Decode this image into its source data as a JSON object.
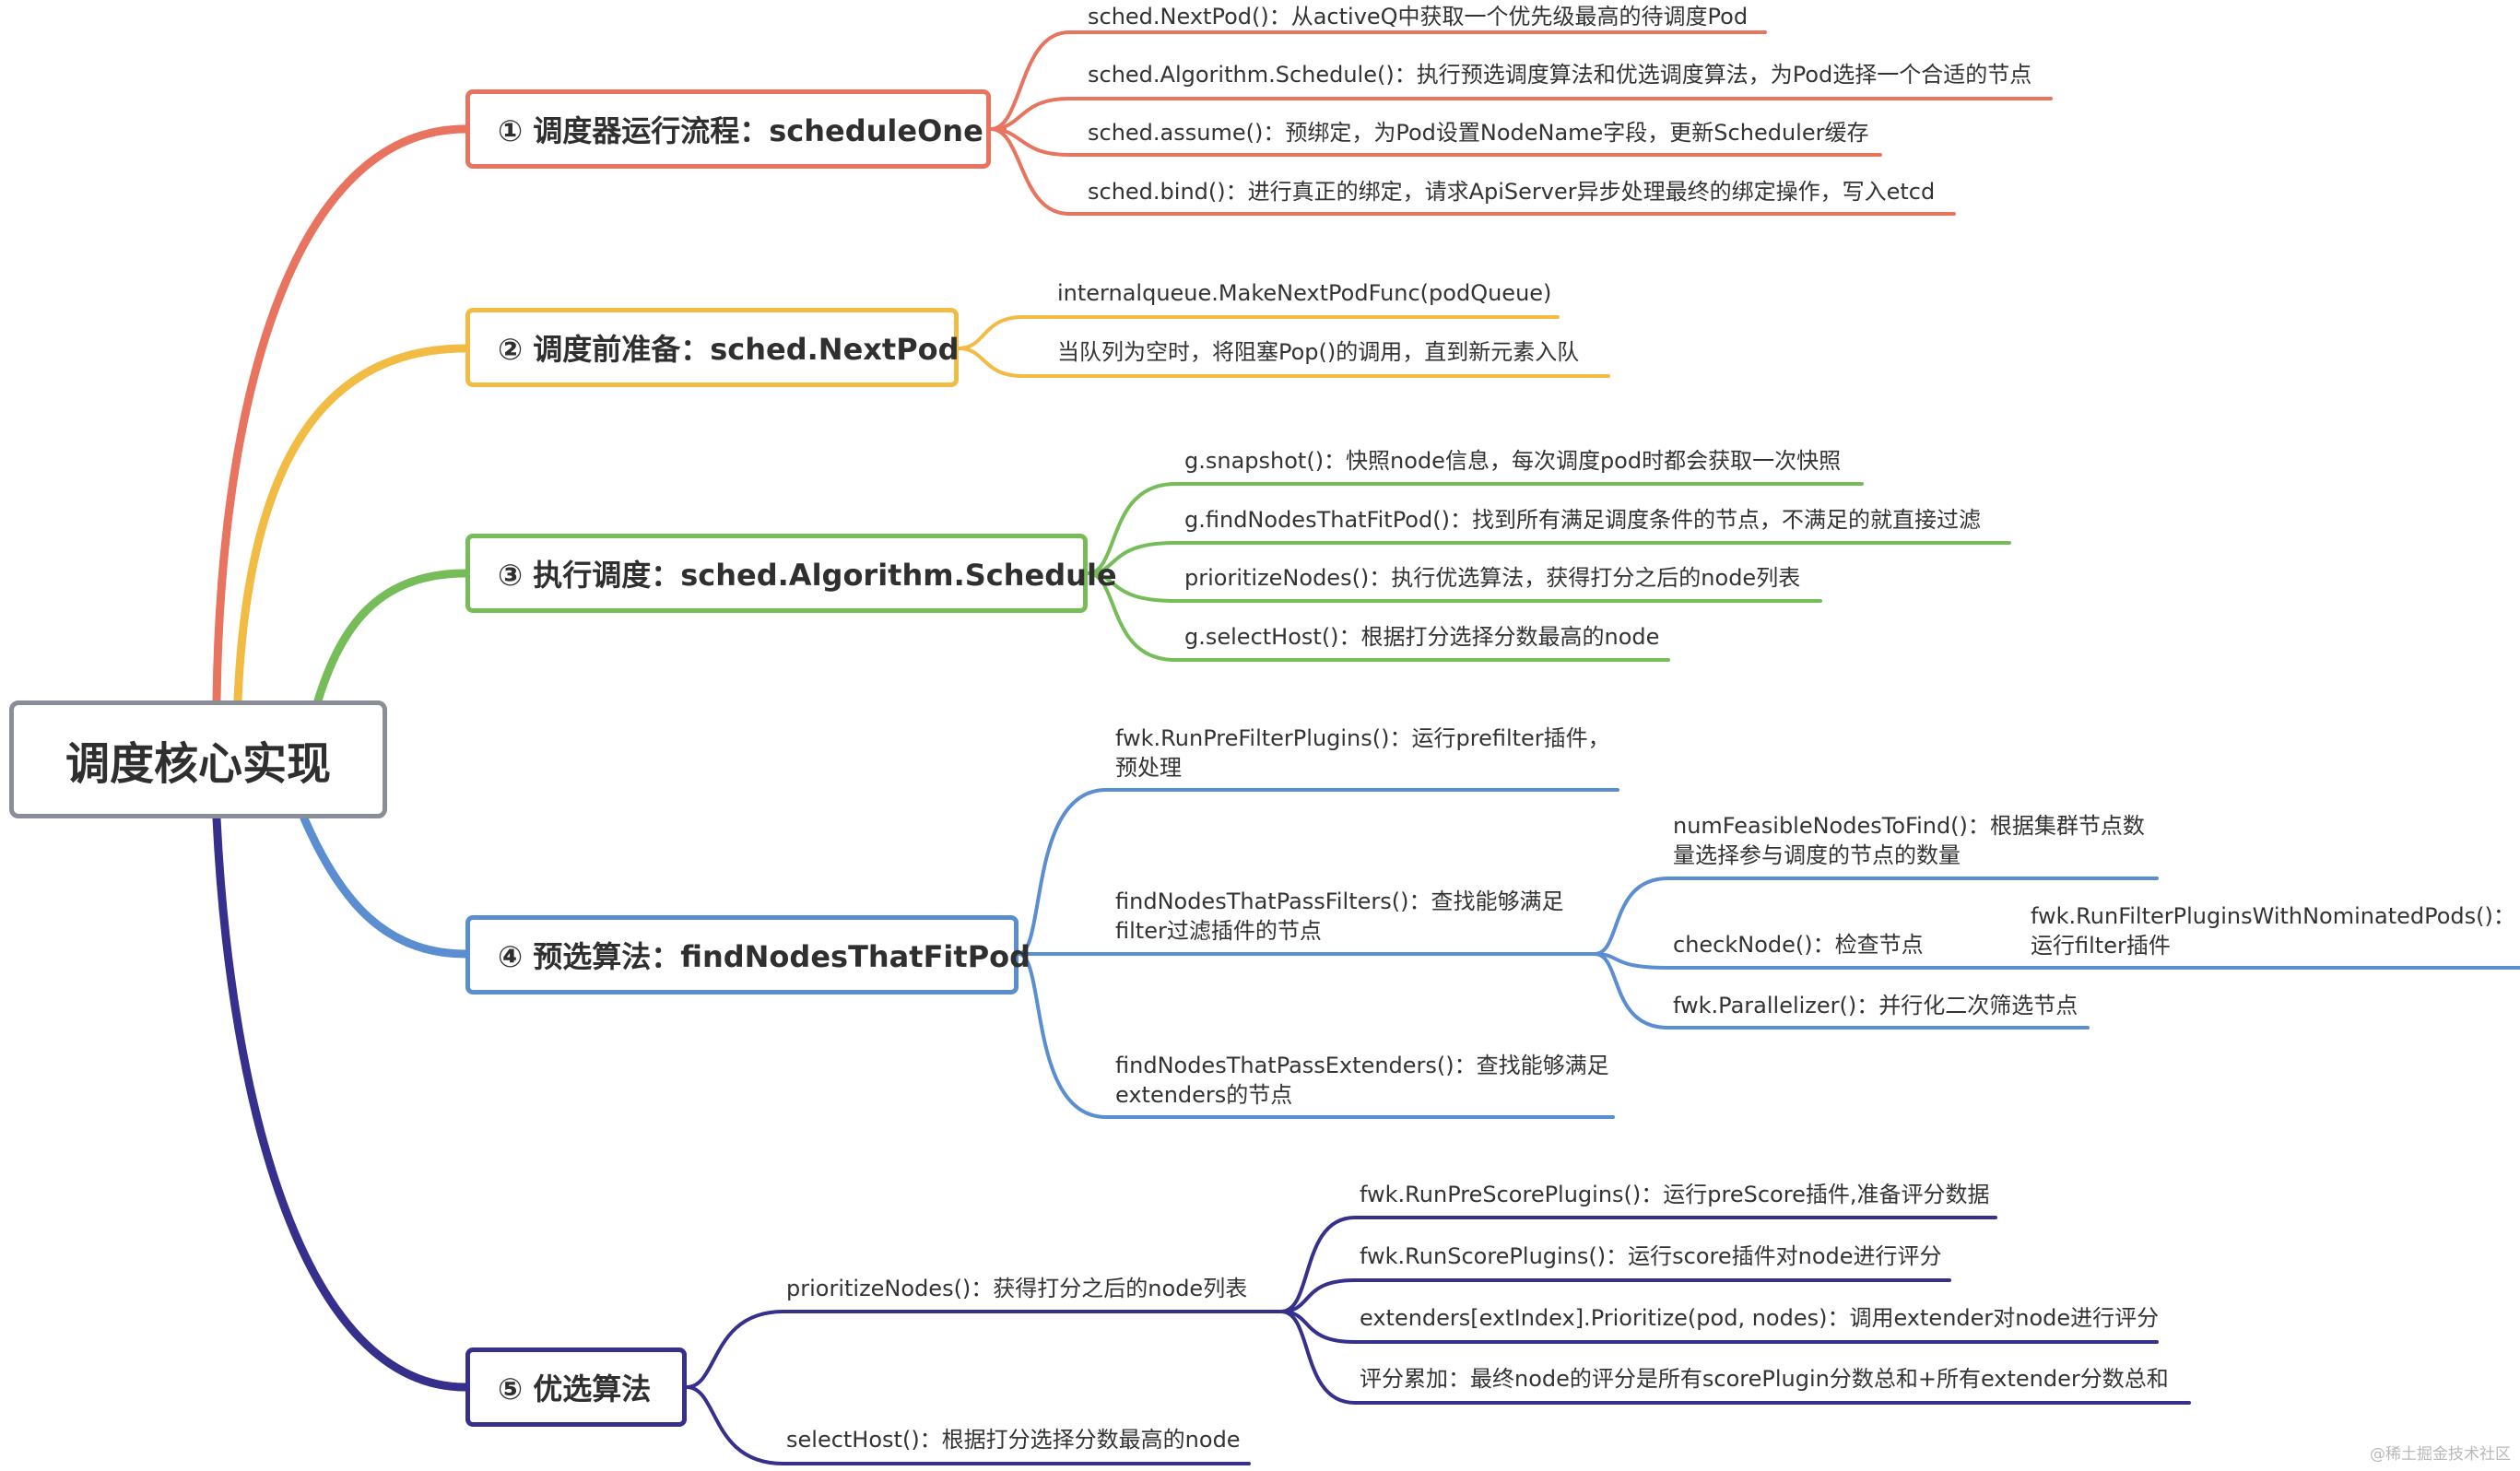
{
  "root": {
    "label": "调度核心实现"
  },
  "colors": {
    "b1": "#e8735f",
    "b2": "#f2bc44",
    "b3": "#76bd5a",
    "b4": "#5b8ed0",
    "b5": "#362f8c",
    "root_border": "#8a8e96"
  },
  "branches": [
    {
      "label": "① 调度器运行流程：scheduleOne",
      "children": [
        "sched.NextPod()：从activeQ中获取一个优先级最高的待调度Pod",
        "sched.Algorithm.Schedule()：执行预选调度算法和优选调度算法，为Pod选择一个合适的节点",
        "sched.assume()：预绑定，为Pod设置NodeName字段，更新Scheduler缓存",
        "sched.bind()：进行真正的绑定，请求ApiServer异步处理最终的绑定操作，写入etcd"
      ]
    },
    {
      "label": "② 调度前准备：sched.NextPod",
      "children": [
        "internalqueue.MakeNextPodFunc(podQueue)",
        "当队列为空时，将阻塞Pop()的调用，直到新元素入队"
      ]
    },
    {
      "label": "③ 执行调度：sched.Algorithm.Schedule",
      "children": [
        "g.snapshot()：快照node信息，每次调度pod时都会获取一次快照",
        "g.findNodesThatFitPod()：找到所有满足调度条件的节点，不满足的就直接过滤",
        "prioritizeNodes()：执行优选算法，获得打分之后的node列表",
        "g.selectHost()：根据打分选择分数最高的node"
      ]
    },
    {
      "label": "④ 预选算法：findNodesThatFitPod",
      "children": [
        {
          "line1": "fwk.RunPreFilterPlugins()：运行prefilter插件，",
          "line2": "预处理"
        },
        {
          "line1": "findNodesThatPassFilters()：查找能够满足",
          "line2": "filter过滤插件的节点",
          "children": [
            {
              "line1": "numFeasibleNodesToFind()：根据集群节点数",
              "line2": "量选择参与调度的节点的数量"
            },
            {
              "line1": "checkNode()：检查节点",
              "children": [
                {
                  "line1": "fwk.RunFilterPluginsWithNominatedPods()：",
                  "line2": "运行filter插件"
                }
              ]
            },
            {
              "line1": "fwk.Parallelizer()：并行化二次筛选节点"
            }
          ]
        },
        {
          "line1": "findNodesThatPassExtenders()：查找能够满足",
          "line2": "extenders的节点"
        }
      ]
    },
    {
      "label": "⑤ 优选算法",
      "children": [
        {
          "label": "prioritizeNodes()：获得打分之后的node列表",
          "children": [
            "fwk.RunPreScorePlugins()：运行preScore插件,准备评分数据",
            "fwk.RunScorePlugins()：运行score插件对node进行评分",
            "extenders[extIndex].Prioritize(pod, nodes)：调用extender对node进行评分",
            "评分累加：最终node的评分是所有scorePlugin分数总和+所有extender分数总和"
          ]
        },
        {
          "label": "selectHost()：根据打分选择分数最高的node"
        }
      ]
    }
  ],
  "watermark": "@稀土掘金技术社区"
}
